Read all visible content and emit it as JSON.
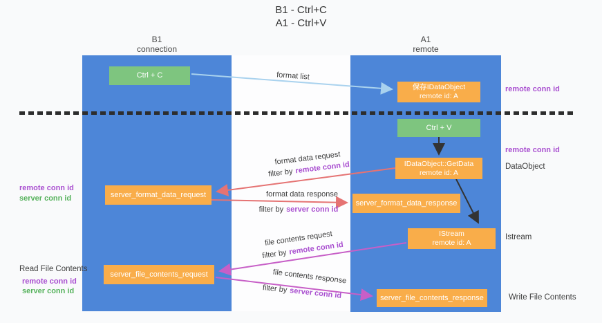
{
  "title": {
    "line1": "B1 - Ctrl+C",
    "line2": "A1 - Ctrl+V"
  },
  "lanes": {
    "left": {
      "name": "B1",
      "subtitle": "connection"
    },
    "right": {
      "name": "A1",
      "subtitle": "remote"
    }
  },
  "boxes": {
    "ctrl_c": {
      "label": "Ctrl + C"
    },
    "ctrl_v": {
      "label": "Ctrl + V"
    },
    "save_idataobject": {
      "line1": "保存IDataObject",
      "line2": "remote id: A"
    },
    "getdata": {
      "line1": "IDataObject::GetData",
      "line2": "remote id: A"
    },
    "istream": {
      "line1": "IStream",
      "line2": "remote id: A"
    },
    "server_format_data_request": {
      "label": "server_format_data_request"
    },
    "server_format_data_response": {
      "label": "server_format_data_response"
    },
    "server_file_contents_request": {
      "label": "server_file_contents_request"
    },
    "server_file_contents_response": {
      "label": "server_file_contents_response"
    }
  },
  "arrow_labels": {
    "format_list": "format list",
    "format_data_request": "format data request",
    "format_data_response": "format data response",
    "file_contents_request": "file contents request",
    "file_contents_response": "file contents response",
    "filter_by": "filter by",
    "remote_conn_id": "remote conn id",
    "server_conn_id": "server conn id"
  },
  "side_labels": {
    "right_top_remote_conn_id": "remote conn id",
    "right_mid_remote_conn_id": "remote conn id",
    "dataobject": "DataObject",
    "istream": "Istream",
    "write_file_contents": "Write File Contents",
    "left_remote_conn_id": "remote conn id",
    "left_server_conn_id": "server conn id",
    "read_file_contents": "Read File Contents",
    "left_bottom_remote_conn_id": "remote conn id",
    "left_bottom_server_conn_id": "server conn id"
  },
  "colors": {
    "lane_blue": "#4d86d8",
    "box_green": "#7ec57f",
    "box_orange": "#f9ad4a",
    "arrow_blue": "#a9d2ee",
    "arrow_red": "#e57373",
    "arrow_magenta": "#c75fc7",
    "label_purple": "#a94fd0",
    "label_green": "#56b25c",
    "text_dark": "#3d3d3d"
  }
}
